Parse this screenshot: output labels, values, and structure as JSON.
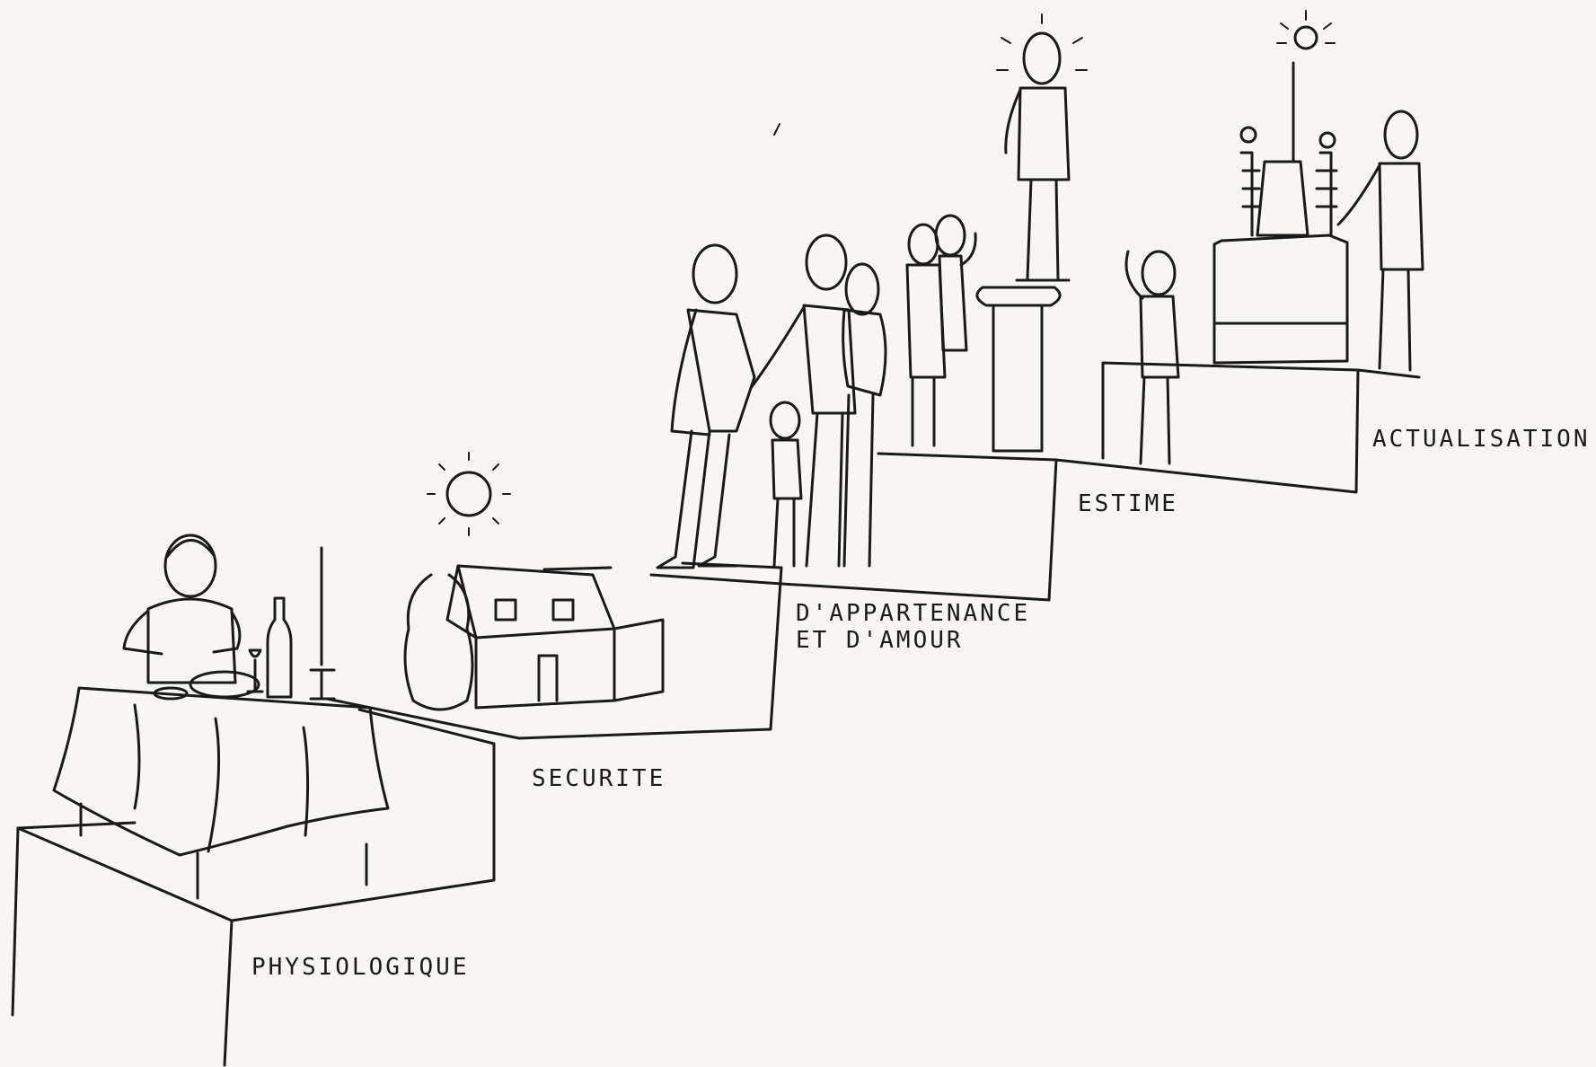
{
  "steps": {
    "physiologique": {
      "label": "PHYSIOLOGIQUE"
    },
    "securite": {
      "label": "SECURITE"
    },
    "appartenance": {
      "line1": "D'APPARTENANCE",
      "line2": "ET D'AMOUR"
    },
    "estime": {
      "label": "ESTIME"
    },
    "actualisation": {
      "label": "ACTUALISATION"
    }
  },
  "colors": {
    "ink": "#1a1a1a",
    "paper": "#f7f6f2"
  }
}
